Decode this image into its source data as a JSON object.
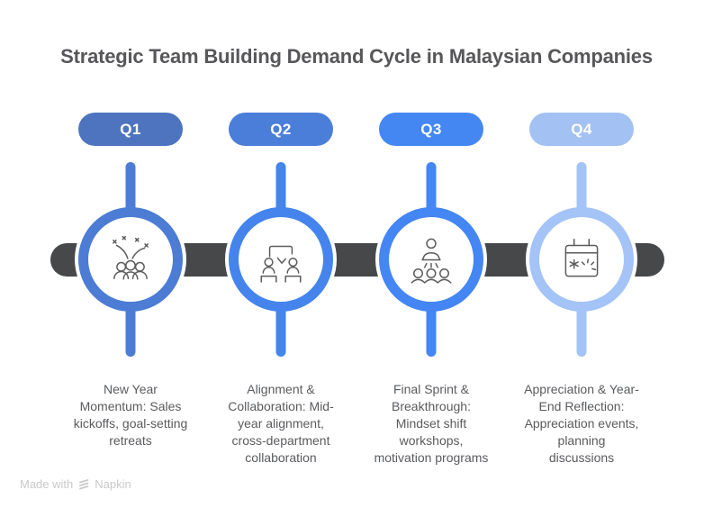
{
  "title": "Strategic Team Building Demand Cycle in Malaysian Companies",
  "colors": {
    "title_text": "#57575A",
    "body_text": "#5A5B5E",
    "bar": "#464849",
    "icon_stroke": "#5B5B5B",
    "watermark": "#C9C9CB"
  },
  "quarters": [
    {
      "label": "Q1",
      "pill_color": "#4E74BF",
      "accent": "#4C7CD4",
      "icon": "celebration-team-icon",
      "description": "New Year\nMomentum: Sales\nkickoffs, goal-setting\nretreats"
    },
    {
      "label": "Q2",
      "pill_color": "#4B7ED9",
      "accent": "#4484EC",
      "icon": "org-collaboration-icon",
      "description": "Alignment &\nCollaboration: Mid-\nyear alignment,\ncross-department\ncollaboration"
    },
    {
      "label": "Q3",
      "pill_color": "#4487F2",
      "accent": "#4386F4",
      "icon": "workshop-presenter-icon",
      "description": "Final Sprint &\nBreakthrough:\nMindset shift\nworkshops,\nmotivation programs"
    },
    {
      "label": "Q4",
      "pill_color": "#A4C1F3",
      "accent": "#A4C3F7",
      "icon": "calendar-celebration-icon",
      "description": "Appreciation & Year-\nEnd Reflection:\nAppreciation events,\nplanning\ndiscussions"
    }
  ],
  "watermark": {
    "prefix": "Made with",
    "brand": "Napkin"
  }
}
